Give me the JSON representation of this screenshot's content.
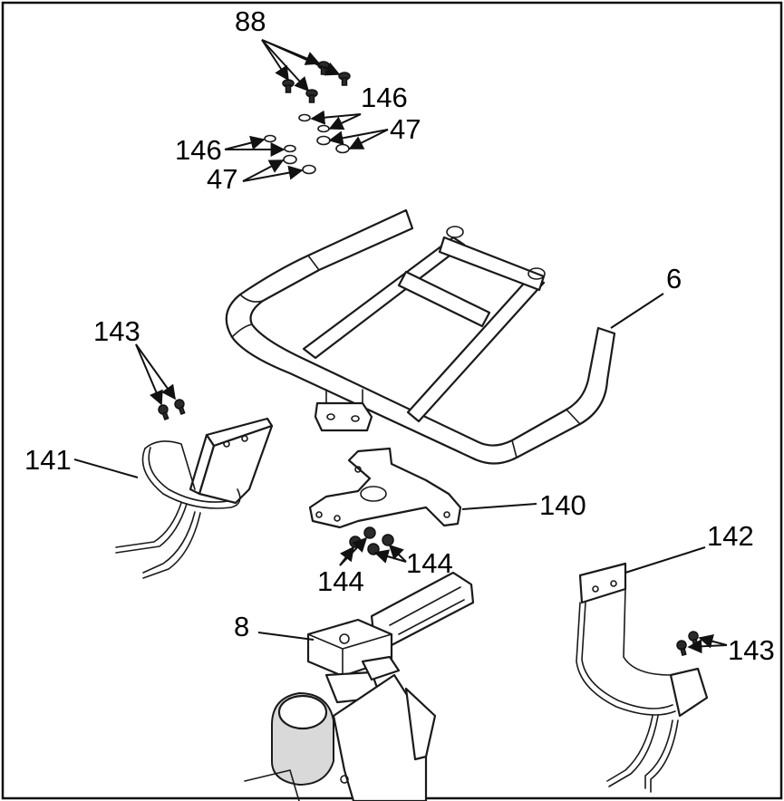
{
  "callouts": [
    {
      "id": "c88",
      "text": "88"
    },
    {
      "id": "c146a",
      "text": "146"
    },
    {
      "id": "c47a",
      "text": "47"
    },
    {
      "id": "c146b",
      "text": "146"
    },
    {
      "id": "c47b",
      "text": "47"
    },
    {
      "id": "c6",
      "text": "6"
    },
    {
      "id": "c143a",
      "text": "143"
    },
    {
      "id": "c141",
      "text": "141"
    },
    {
      "id": "c140",
      "text": "140"
    },
    {
      "id": "c144a",
      "text": "144"
    },
    {
      "id": "c144b",
      "text": "144"
    },
    {
      "id": "c142",
      "text": "142"
    },
    {
      "id": "c8",
      "text": "8"
    },
    {
      "id": "c143b",
      "text": "143"
    }
  ]
}
